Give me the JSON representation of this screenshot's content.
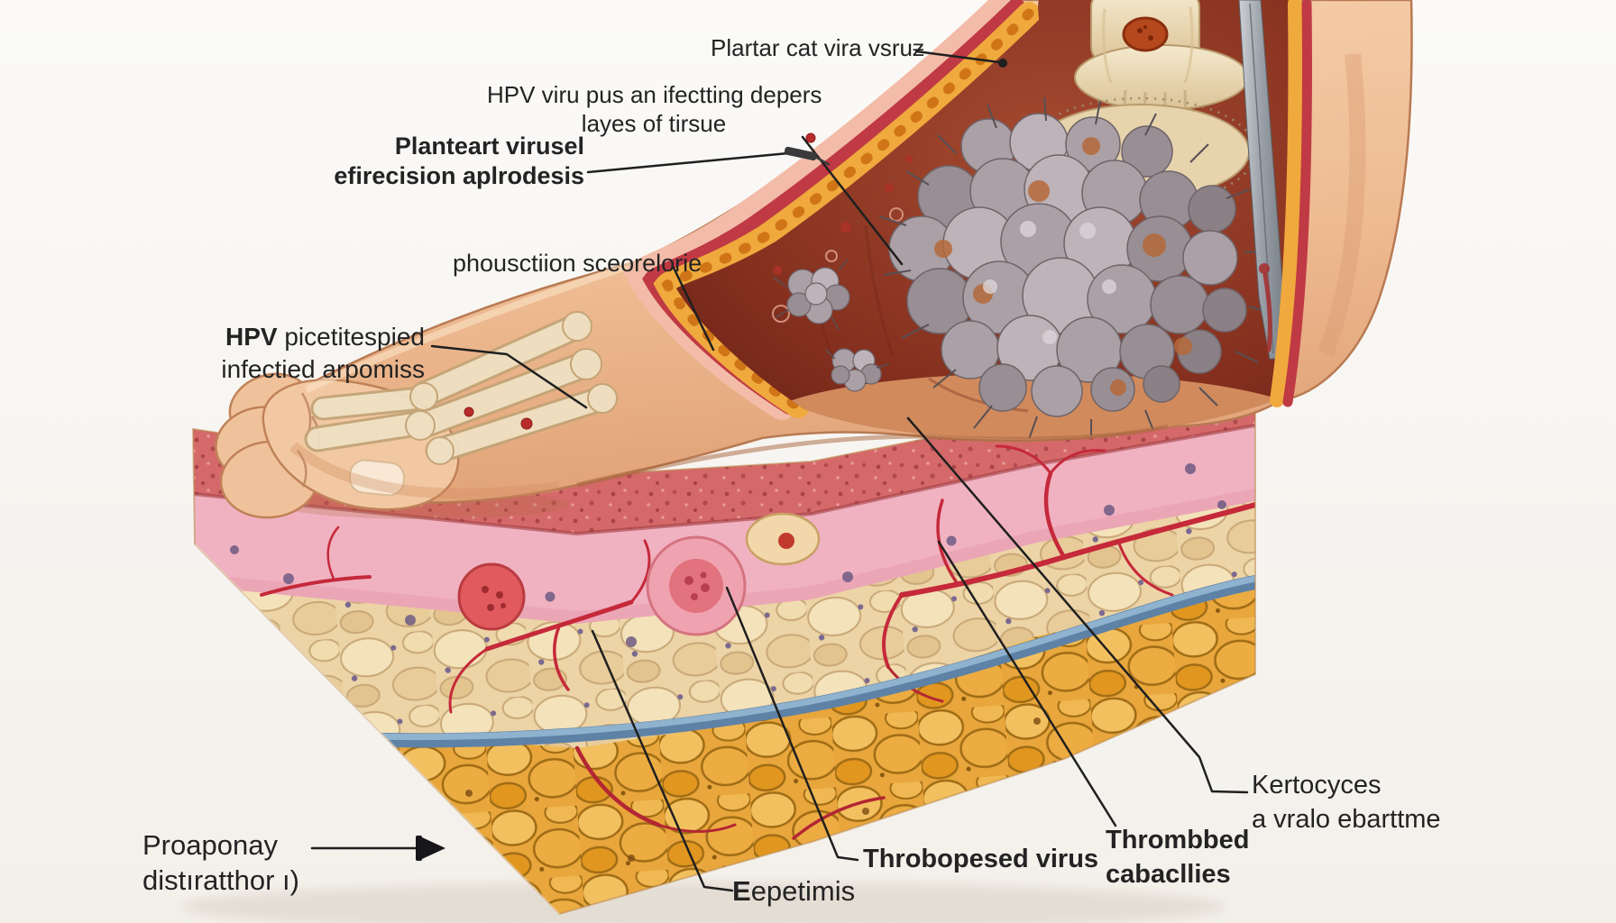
{
  "illustration": {
    "background": "#f8f6f2",
    "palette": {
      "skin": "#f0c29c",
      "skin_shadow": "#d9996e",
      "bone": "#efe2c4",
      "epidermis_pink": "#eba6b6",
      "dermis_tan": "#ecd3a6",
      "fat_orange": "#e9a83e",
      "muscle_band_red": "#bf3a44",
      "fat_band_yellow": "#f0a93d",
      "interior_red": "#8e3026",
      "wart_gray": "#a59aa0",
      "vein_blue": "#5d82a6",
      "vessel_red": "#c5293a",
      "leader_line": "#1f1f1f",
      "text": "#232323"
    },
    "icons": {
      "scalpel": "scalpel-needle-icon",
      "probe_marker": "probe-marker-icon",
      "arrow": "arrow-right-icon"
    },
    "labels": {
      "plantar_top": {
        "text": "Plartar cat vira vsruƶ"
      },
      "hpv_deep": {
        "line1": "HPV viru pus an ifectting depers",
        "line2": "layes of tirsue"
      },
      "plantar_viral": {
        "line1": "Planteart virusel",
        "line2": "efirecision aplrodesis"
      },
      "phousction": {
        "text": "phousctiion sceorelorie"
      },
      "hpv_infected": {
        "bold": "HPV",
        "line1_rest": " picetitespied",
        "line2": "infectied arpomiss"
      },
      "proaponay": {
        "line1": "Proaponay",
        "line2": "distıratthor ı)"
      },
      "eepetimis": {
        "bold": "E",
        "rest": "epetimis"
      },
      "throbopesed": {
        "text": "Throbopesed virus"
      },
      "thrombbed": {
        "line1": "Thrombbed",
        "line2": "cabacllies"
      },
      "kertocyces": {
        "line1": "Kertocyces",
        "line2": "a vralo ebarttme"
      }
    }
  }
}
